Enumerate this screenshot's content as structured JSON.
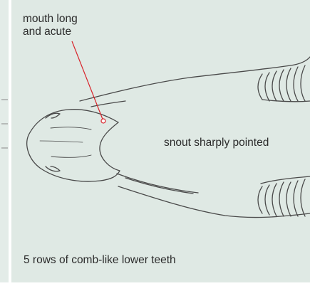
{
  "annotations": {
    "mouth_line1": "mouth long",
    "mouth_line2": "and acute",
    "snout": "snout sharply pointed",
    "teeth": "5 rows of comb-like lower teeth"
  },
  "colors": {
    "panel_background": "#dfe9e4",
    "sketch_stroke": "#4a4a4a",
    "leader_line": "#d8232a",
    "label_text": "#2b2b2b"
  }
}
